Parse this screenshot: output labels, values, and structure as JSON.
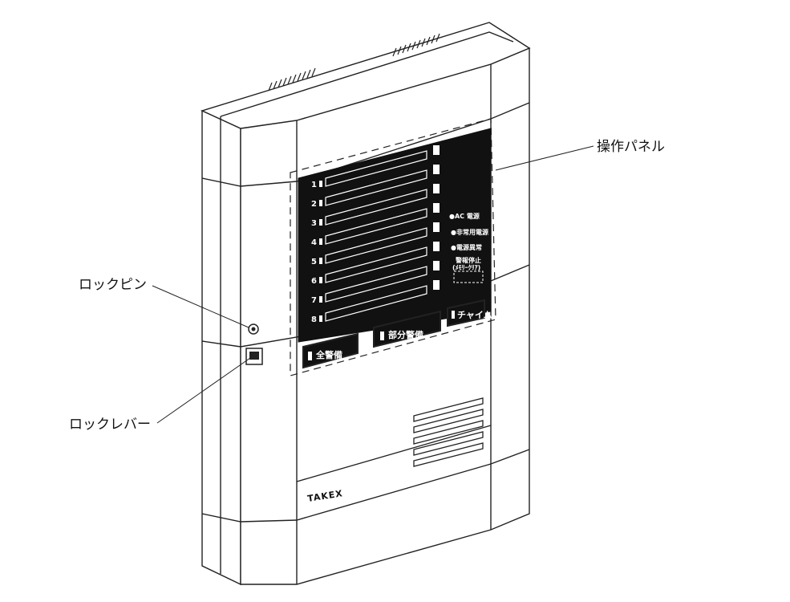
{
  "labels": {
    "panel": "操作パネル",
    "lock_pin": "ロックピン",
    "lock_lever": "ロックレバー"
  },
  "zones": [
    "1",
    "2",
    "3",
    "4",
    "5",
    "6",
    "7",
    "8"
  ],
  "indicators": {
    "ac_power": "●AC 電源",
    "backup_power": "●非常用電源",
    "power_fault": "●電源異常",
    "alarm_stop": "警報停止",
    "alarm_stop_sub": "(ﾒﾓﾘｰｸﾘｱ)"
  },
  "buttons": {
    "full_guard": "全警備",
    "partial_guard": "部分警備",
    "chime": "チャイム"
  },
  "brand": "TAKEX",
  "colors": {
    "panel_black": "#111111",
    "line": "#222222",
    "body_fill": "#ffffff"
  }
}
